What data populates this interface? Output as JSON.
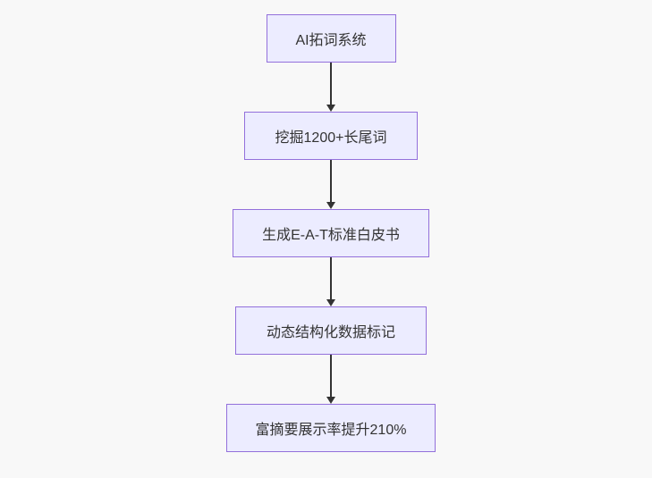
{
  "flowchart": {
    "type": "flowchart",
    "direction": "top-down",
    "background_color": "#f8f8f8",
    "node_fill_color": "#ECECFF",
    "node_border_color": "#9370DB",
    "node_text_color": "#333333",
    "arrow_color": "#333333",
    "nodes": [
      {
        "label": "AI拓词系统"
      },
      {
        "label": "挖掘1200+长尾词"
      },
      {
        "label": "生成E-A-T标准白皮书"
      },
      {
        "label": "动态结构化数据标记"
      },
      {
        "label": "富摘要展示率提升210%"
      }
    ],
    "edges": [
      {
        "from": 0,
        "to": 1
      },
      {
        "from": 1,
        "to": 2
      },
      {
        "from": 2,
        "to": 3
      },
      {
        "from": 3,
        "to": 4
      }
    ]
  }
}
